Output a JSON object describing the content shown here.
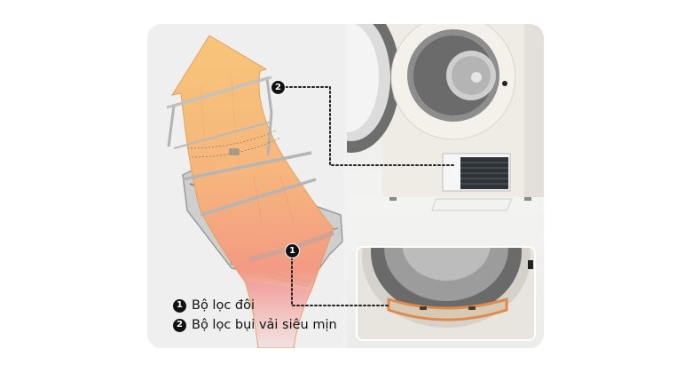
{
  "figure": {
    "description": "Samsung heat pump dryer dual filter illustration",
    "legend": [
      {
        "number": "1",
        "label": "Bộ lọc đôi"
      },
      {
        "number": "2",
        "label": "Bộ lọc bụi vải siêu mịn"
      }
    ],
    "markers": [
      {
        "number": "1",
        "target": "door-rim filter"
      },
      {
        "number": "2",
        "target": "lower front filter compartment"
      }
    ]
  },
  "colors": {
    "card_bg": "#efefef",
    "arrow_top": "#f5c27a",
    "arrow_bottom": "#f08a7a",
    "filter_frame": "#b8b8b8",
    "marker_bg": "#111111",
    "dryer_body": "#eeece4",
    "filter_orange": "#e0894a"
  }
}
